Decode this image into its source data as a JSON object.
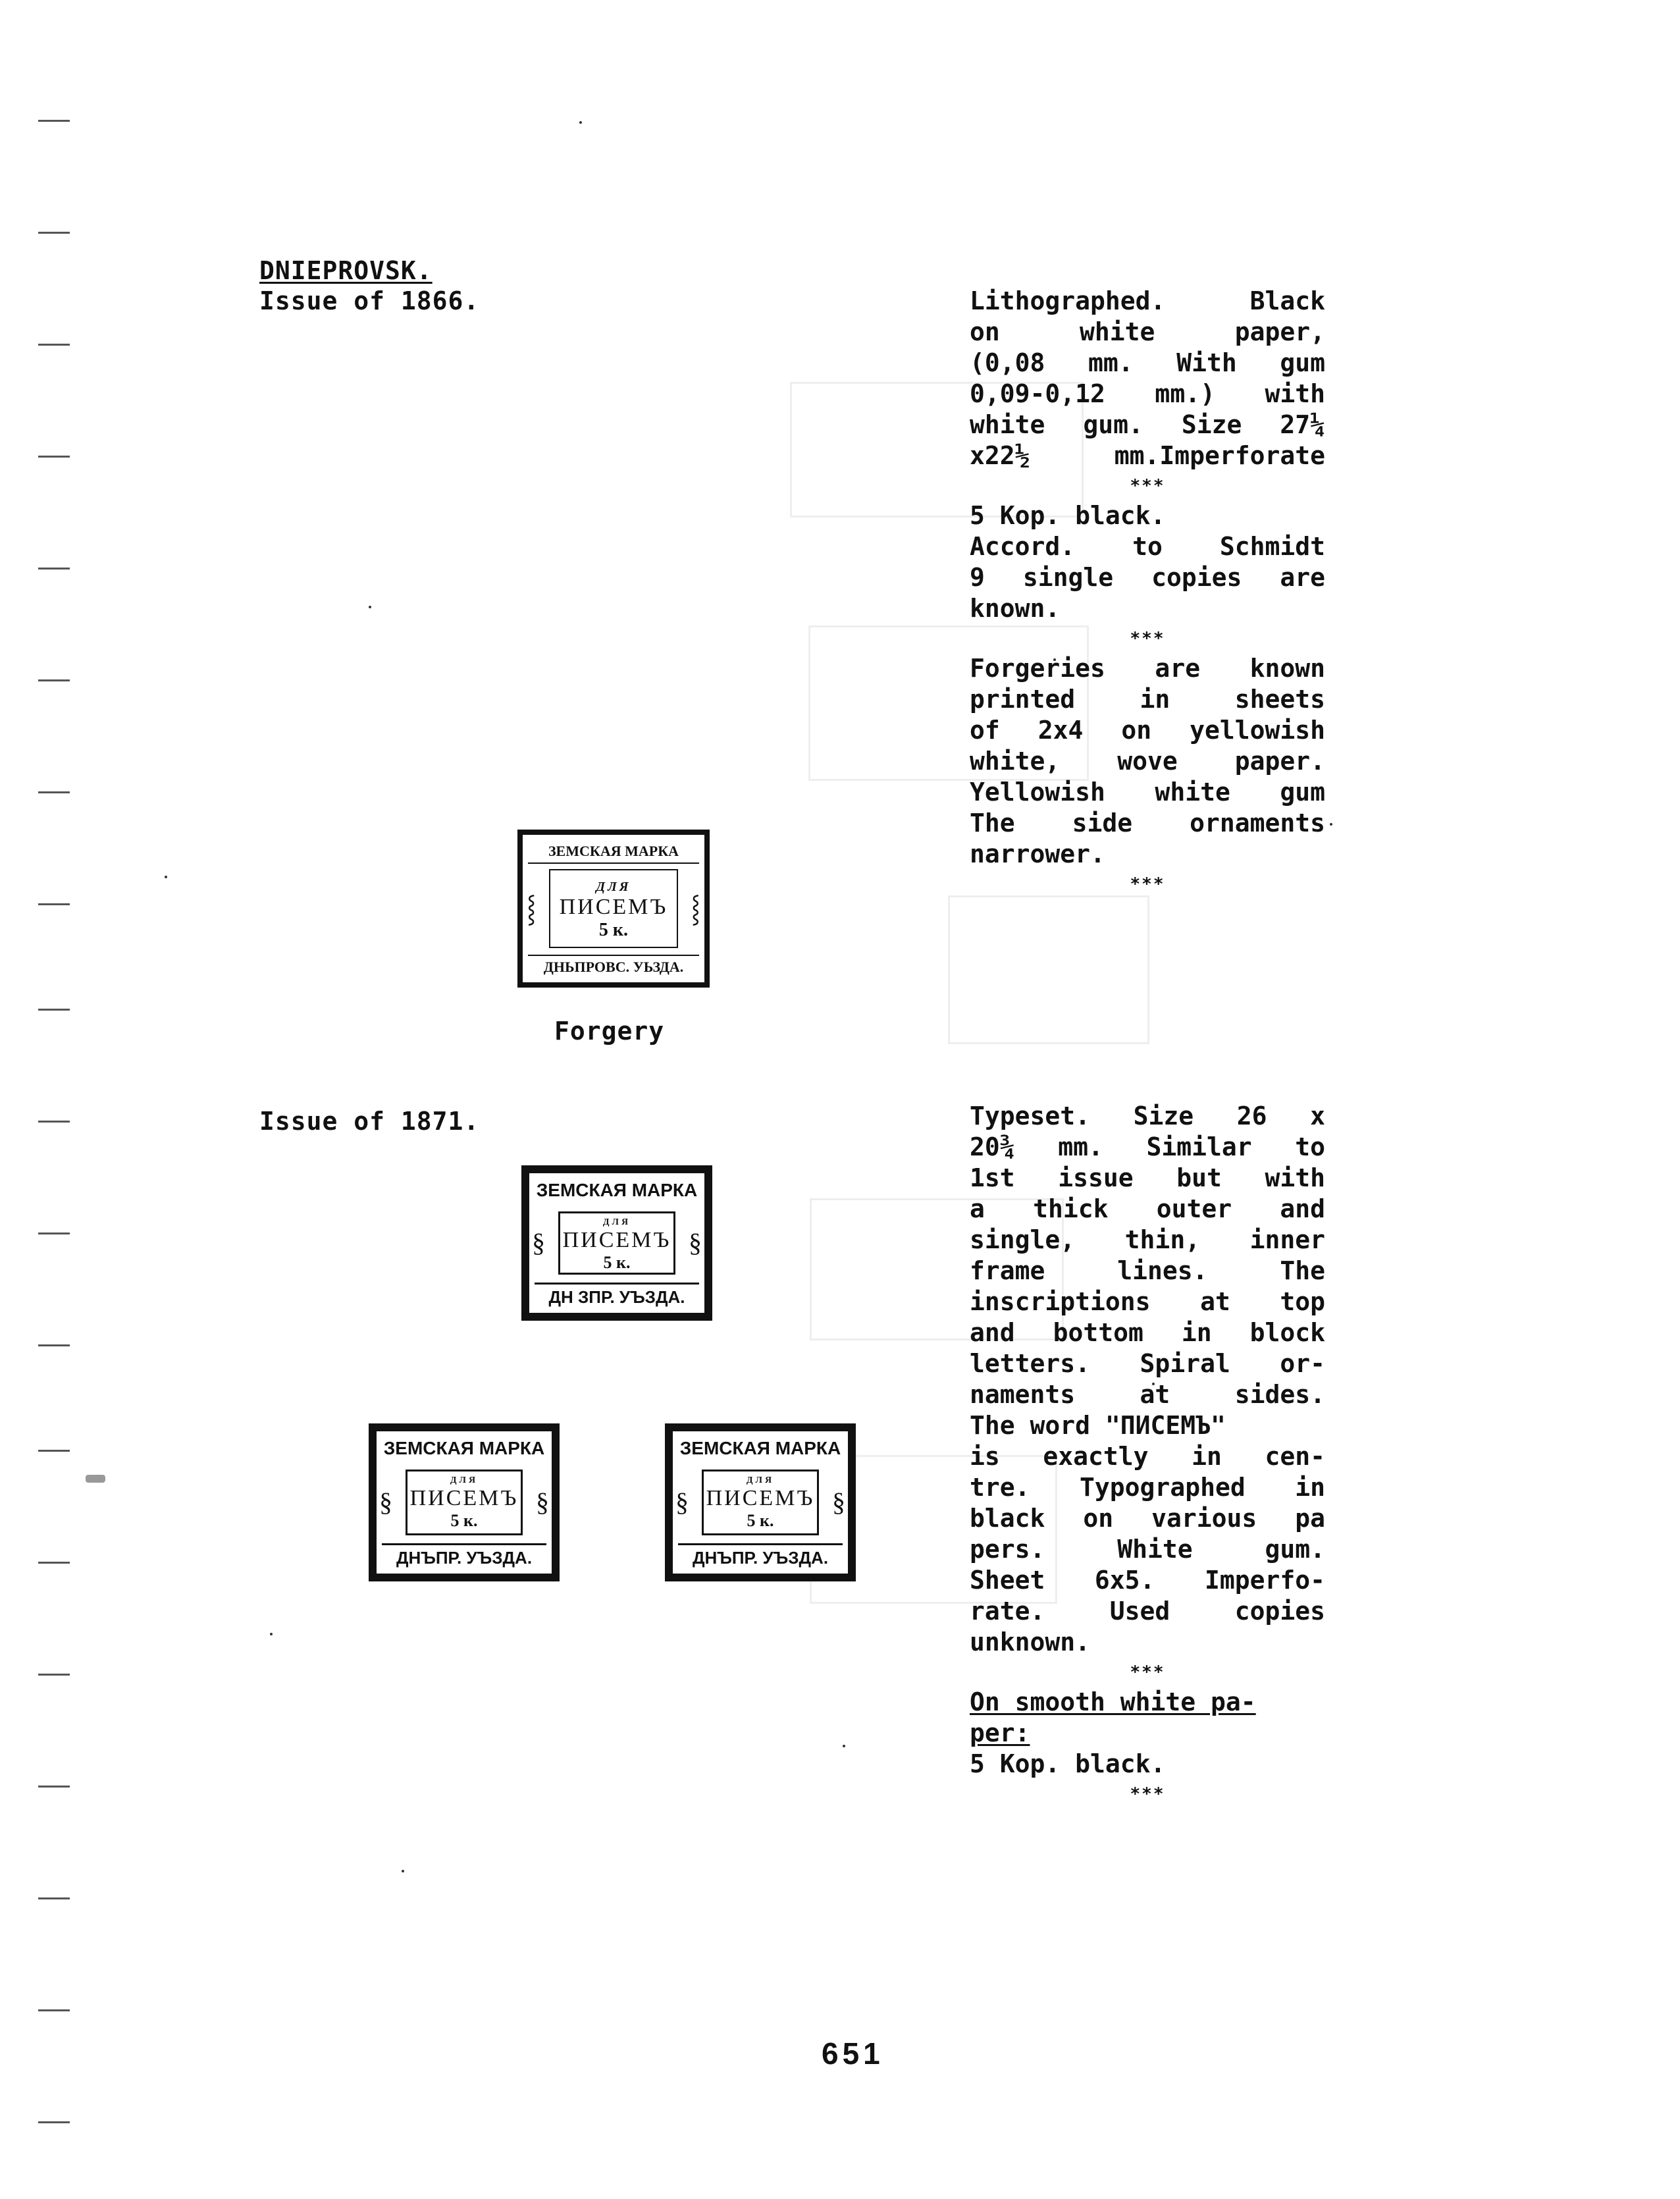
{
  "section_title": "DNIEPROVSK.",
  "issue_1866": {
    "heading": "Issue of 1866.",
    "description_lines": [
      "Lithographed. Black",
      "on    white    paper,",
      "(0,08 mm.  With gum",
      "0,09-0,12 mm.) with",
      "white gum. Size 27¼",
      "x22½ mm.Imperforate"
    ],
    "stars": "***",
    "value_lines": [
      "5 Kop. black.",
      "Accord. to  Schmidt",
      "9 single copies are",
      "known."
    ],
    "forgery_lines": [
      "Forgeries are known",
      "printed  in  sheets",
      "of 2x4 on yellowish",
      "white,  wove paper.",
      "Yellowish white gum",
      "The  side ornaments",
      "narrower."
    ],
    "stamp": {
      "top": "ЗЕМСКАЯ МАРКА",
      "dla": "ДЛЯ",
      "pisem": "ПИСЕМЪ",
      "kop": "5 к.",
      "bottom": "ДНЬПРОВС. УЬЗДА.",
      "ornament": "⸾"
    },
    "caption": "Forgery"
  },
  "issue_1871": {
    "heading": "Issue of 1871.",
    "description_lines": [
      "Typeset.  Size 26 x",
      "20¾ mm.  Similar to",
      "1st issue  but with",
      "a thick  outer  and",
      "single, thin, inner",
      "frame  lines.   The",
      "inscriptions at top",
      "and bottom in block",
      "letters. Spiral or-",
      "naments  at  sides.",
      "The word \"ПИСЕМЪ\"",
      "is exactly  in cen-",
      "tre. Typographed in",
      "black on various pa",
      "pers.   White  gum.",
      "Sheet 6x5. Imperfo-",
      "rate.  Used  copies",
      "unknown."
    ],
    "stars": "***",
    "paper_heading_lines": [
      "On smooth white pa-",
      "per:"
    ],
    "value": "5 Kop. black.",
    "stamps": [
      {
        "top": "ЗЕМСКАЯ МАРКА",
        "dla": "ДЛЯ",
        "pisem": "ПИСЕМЪ",
        "kop": "5 к.",
        "bottom": "ДН ЗПР. УЪЗДА."
      },
      {
        "top": "ЗЕМСКАЯ МАРКА",
        "dla": "ДЛЯ",
        "pisem": "ПИСЕМЪ",
        "kop": "5 к.",
        "bottom": "ДНЪПР. УЪЗДА."
      },
      {
        "top": "ЗЕМСКАЯ МАРКА",
        "dla": "ДЛЯ",
        "pisem": "ПИСЕМЪ",
        "kop": "5 к.",
        "bottom": "ДНЪПР. УЪЗДА."
      }
    ],
    "ornament": "§"
  },
  "page_number": "651"
}
